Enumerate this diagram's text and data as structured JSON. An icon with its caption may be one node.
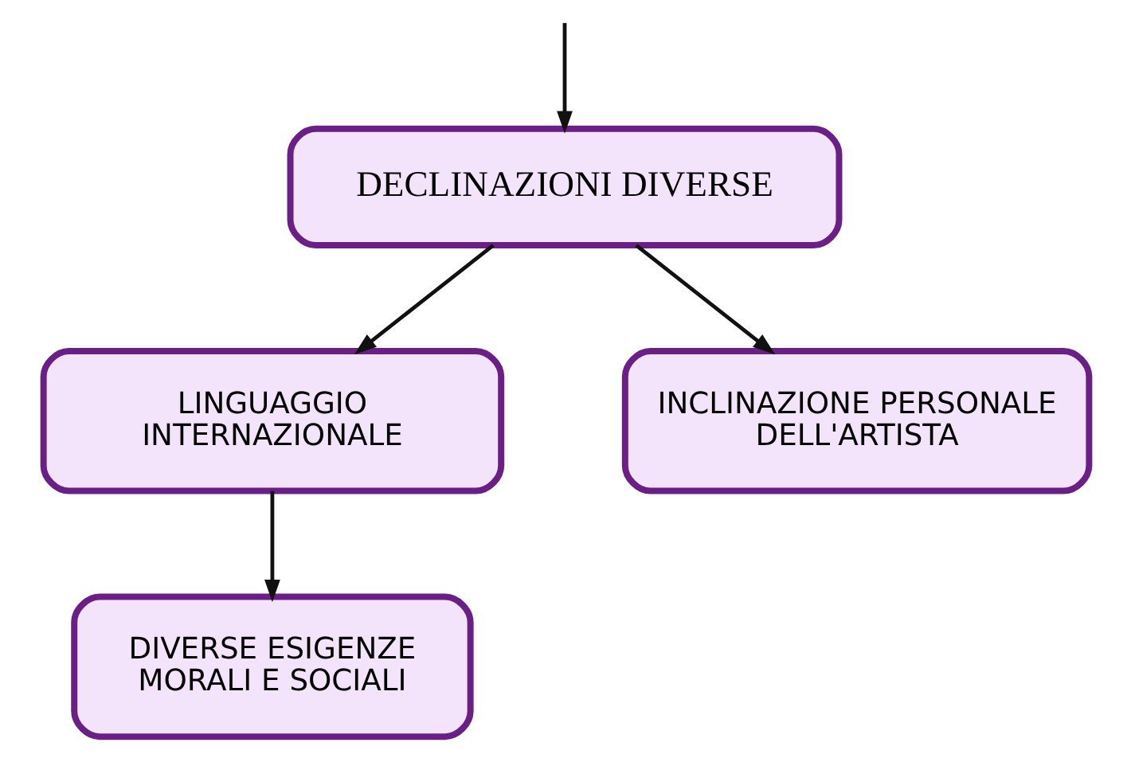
{
  "diagram": {
    "nodes": [
      {
        "text": [
          "DECLINAZIONI DIVERSE"
        ]
      },
      {
        "text": [
          "LINGUAGGIO INTERNAZIONALE"
        ]
      },
      {
        "text": [
          "INCLINAZIONE PERSONALE DELL'ARTISTA"
        ]
      },
      {
        "text": [
          "DIVERSE ESIGENZE MORALI E SOCIALI"
        ]
      }
    ],
    "edges": [
      {
        "from": null,
        "to": 0,
        "arrow": "to"
      },
      {
        "from": 0,
        "to": 1,
        "arrow": "to"
      },
      {
        "from": 0,
        "to": 2,
        "arrow": "to"
      },
      {
        "from": 1,
        "to": 3,
        "arrow": "to"
      }
    ]
  }
}
